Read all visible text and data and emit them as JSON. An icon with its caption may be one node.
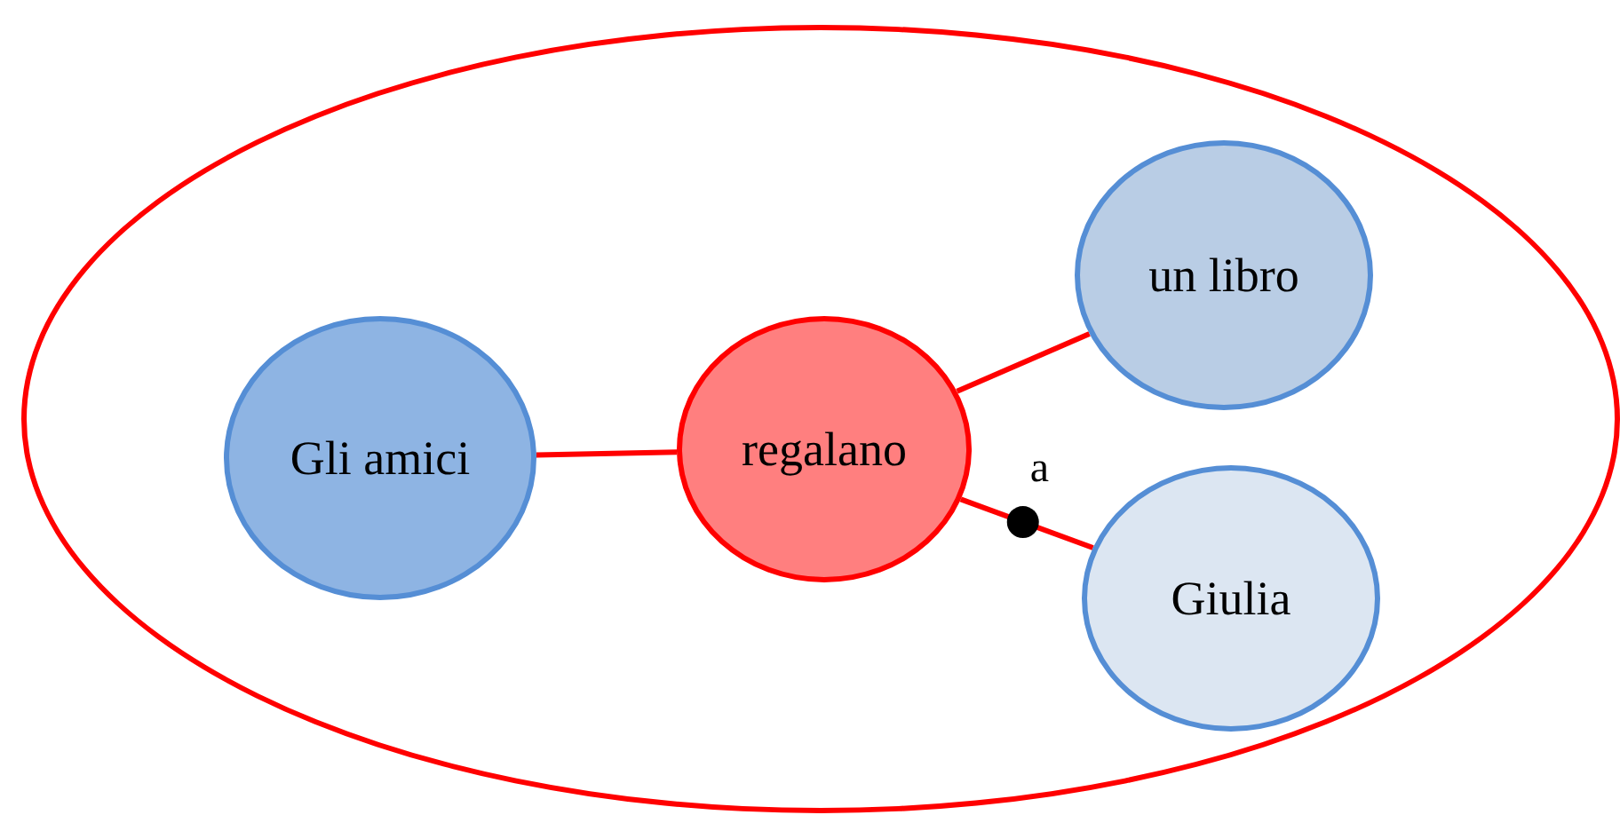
{
  "diagram": {
    "nodes": [
      {
        "text": [],
        "shape": "ellipse"
      },
      {
        "text": [
          "Gli amici"
        ],
        "in": 0
      },
      {
        "text": [
          "regalano"
        ],
        "in": 0
      },
      {
        "text": [
          "un libro"
        ],
        "in": 0
      },
      {
        "text": [
          "Giulia"
        ],
        "in": 0
      }
    ],
    "edges": [
      {
        "from": 1,
        "to": 2,
        "arrow": "none"
      },
      {
        "from": 2,
        "to": 3,
        "arrow": "none"
      },
      {
        "from": 2,
        "to": 4,
        "arrow": "none",
        "label": "a"
      }
    ]
  }
}
